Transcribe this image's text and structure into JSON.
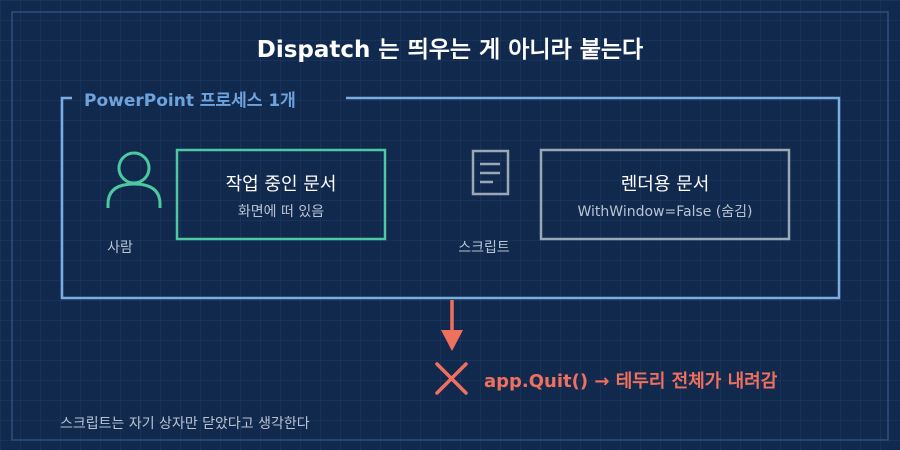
{
  "title": "Dispatch 는 띄우는 게 아니라 붙는다",
  "process": {
    "label": "PowerPoint 프로세스 1개"
  },
  "person": {
    "icon": "person-icon",
    "label": "사람"
  },
  "working_doc": {
    "title": "작업 중인 문서",
    "subtitle": "화면에 떠 있음"
  },
  "script": {
    "icon": "document-icon",
    "label": "스크립트"
  },
  "render_doc": {
    "title": "렌더용 문서",
    "subtitle": "WithWindow=False (숨김)"
  },
  "outcome": {
    "icon": "cross-icon",
    "text": "app.Quit() → 테두리 전체가 내려감"
  },
  "footnote": "스크립트는 자기 상자만 닫았다고 생각한다",
  "colors": {
    "background": "#12294e",
    "grid": "#1f3c66",
    "frame": "#7aaee0",
    "process_label": "#6fa3dc",
    "green": "#4cc9a0",
    "gray": "#9aa7b6",
    "red": "#f0705e",
    "text": "#ffffff",
    "muted": "#b8c4d3"
  }
}
